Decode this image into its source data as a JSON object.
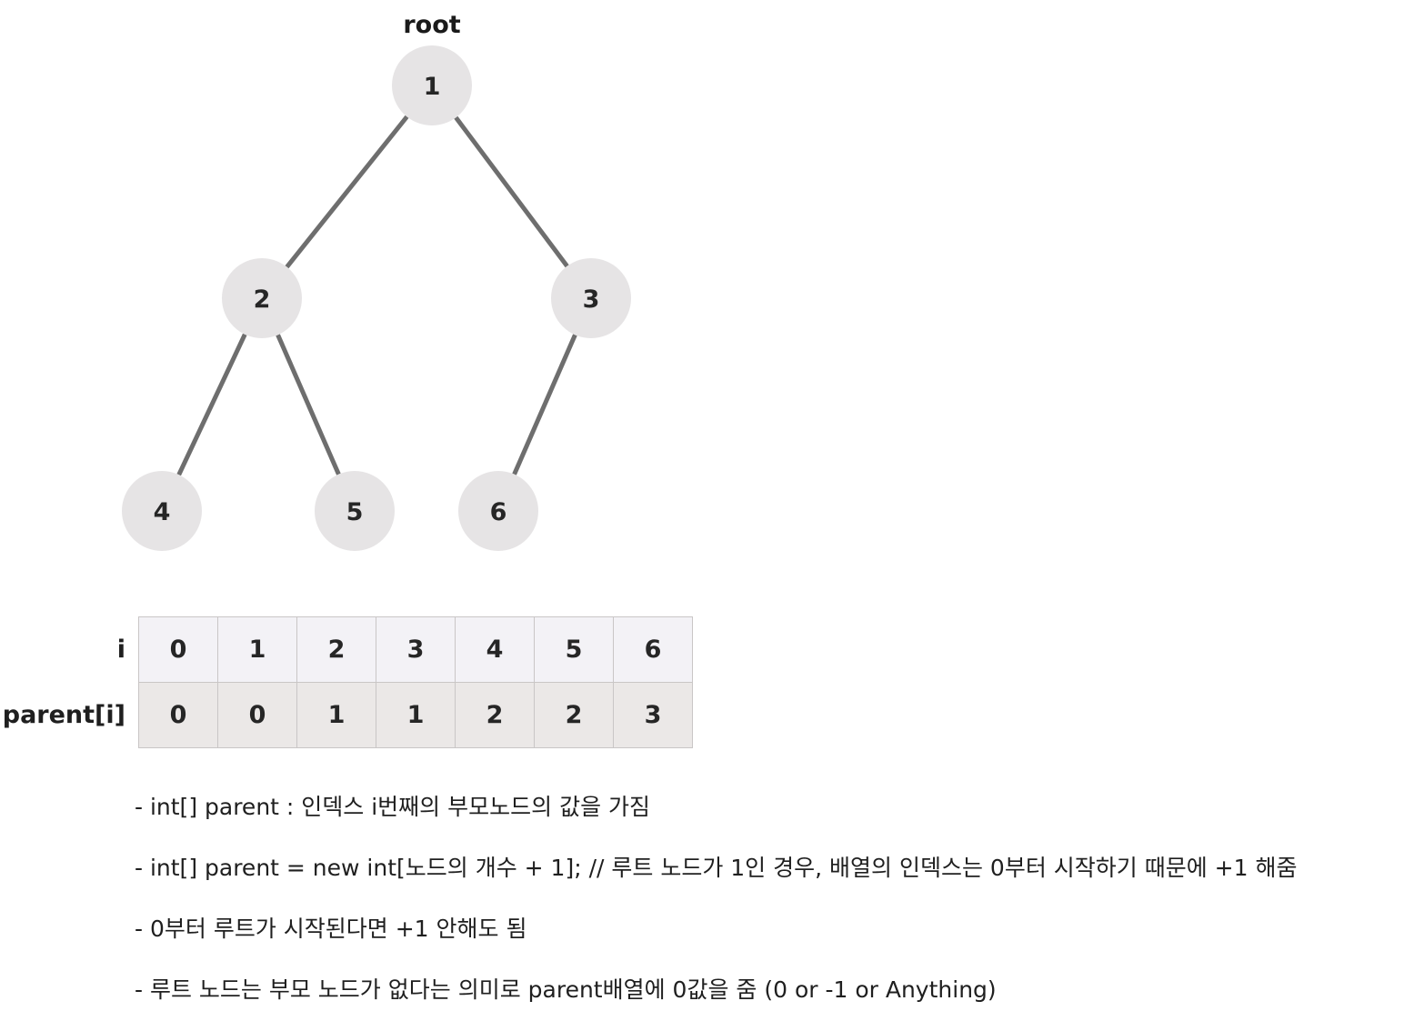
{
  "tree": {
    "root_label": "root",
    "nodes": [
      {
        "id": 1,
        "label": "1"
      },
      {
        "id": 2,
        "label": "2"
      },
      {
        "id": 3,
        "label": "3"
      },
      {
        "id": 4,
        "label": "4"
      },
      {
        "id": 5,
        "label": "5"
      },
      {
        "id": 6,
        "label": "6"
      }
    ],
    "edges": [
      {
        "from": 1,
        "to": 2
      },
      {
        "from": 1,
        "to": 3
      },
      {
        "from": 2,
        "to": 4
      },
      {
        "from": 2,
        "to": 5
      },
      {
        "from": 3,
        "to": 6
      }
    ],
    "node_color": "#e6e4e5",
    "edge_color": "#6e6e6e"
  },
  "array": {
    "row_labels": {
      "index": "i",
      "parent": "parent[i]"
    },
    "index_values": [
      "0",
      "1",
      "2",
      "3",
      "4",
      "5",
      "6"
    ],
    "parent_values": [
      "0",
      "0",
      "1",
      "1",
      "2",
      "2",
      "3"
    ]
  },
  "notes": [
    "-  int[] parent : 인덱스 i번째의 부모노드의 값을 가짐",
    "-  int[] parent = new int[노드의 개수 + 1]; // 루트 노드가 1인 경우, 배열의 인덱스는 0부터 시작하기 때문에 +1 해줌",
    "-  0부터 루트가 시작된다면 +1 안해도 됨",
    "- 루트 노드는 부모 노드가 없다는 의미로 parent배열에 0값을 줌 (0 or -1 or Anything)"
  ]
}
